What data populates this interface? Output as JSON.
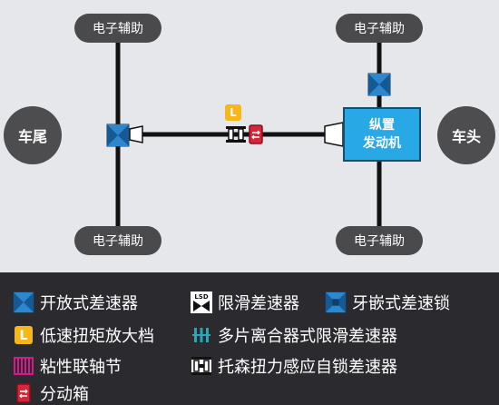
{
  "diagram": {
    "assist_top_left": "电子辅助",
    "assist_top_right": "电子辅助",
    "assist_bottom_left": "电子辅助",
    "assist_bottom_right": "电子辅助",
    "rear_label": "车尾",
    "front_label": "车头",
    "engine_line1": "纵置",
    "engine_line2": "发动机",
    "low_range_badge": "L"
  },
  "legend": {
    "open_diff": "开放式差速器",
    "lsd": "限滑差速器",
    "lsd_icon_text": "LSD",
    "locking_diff": "牙嵌式差速锁",
    "low_range": "低速扭矩放大档",
    "low_range_icon_text": "L",
    "multi_plate": "多片离合器式限滑差速器",
    "viscous": "粘性联轴节",
    "torsen": "托森扭力感应自锁差速器",
    "transfer_case": "分动箱"
  },
  "colors": {
    "open_diff_blue": "#1f6fb2",
    "engine_blue": "#29a8e6",
    "low_range_yellow": "#f5b71a",
    "viscous_magenta": "#d21a8a",
    "transfer_red": "#d6263a",
    "multi_plate_teal": "#2aa6b8"
  }
}
